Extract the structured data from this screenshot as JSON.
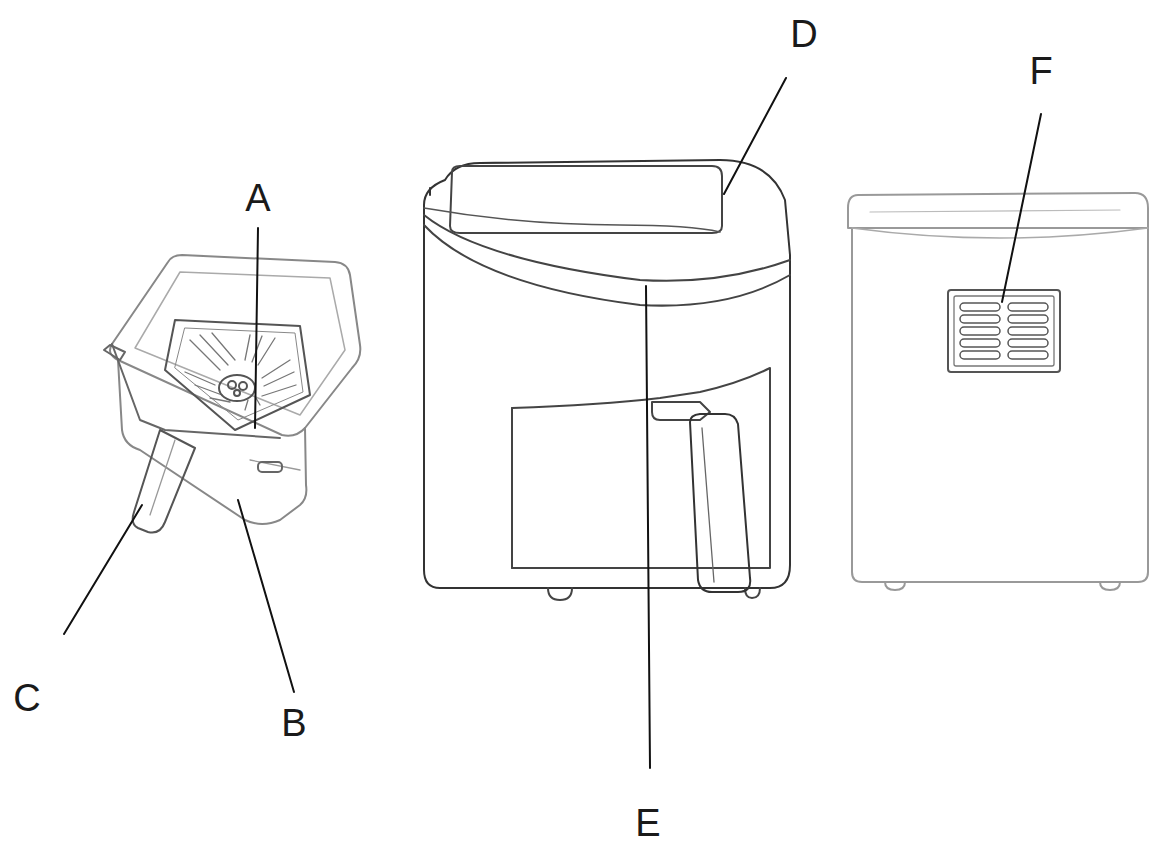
{
  "diagram": {
    "labels": [
      "A",
      "D",
      "F",
      "C",
      "B",
      "E"
    ]
  }
}
